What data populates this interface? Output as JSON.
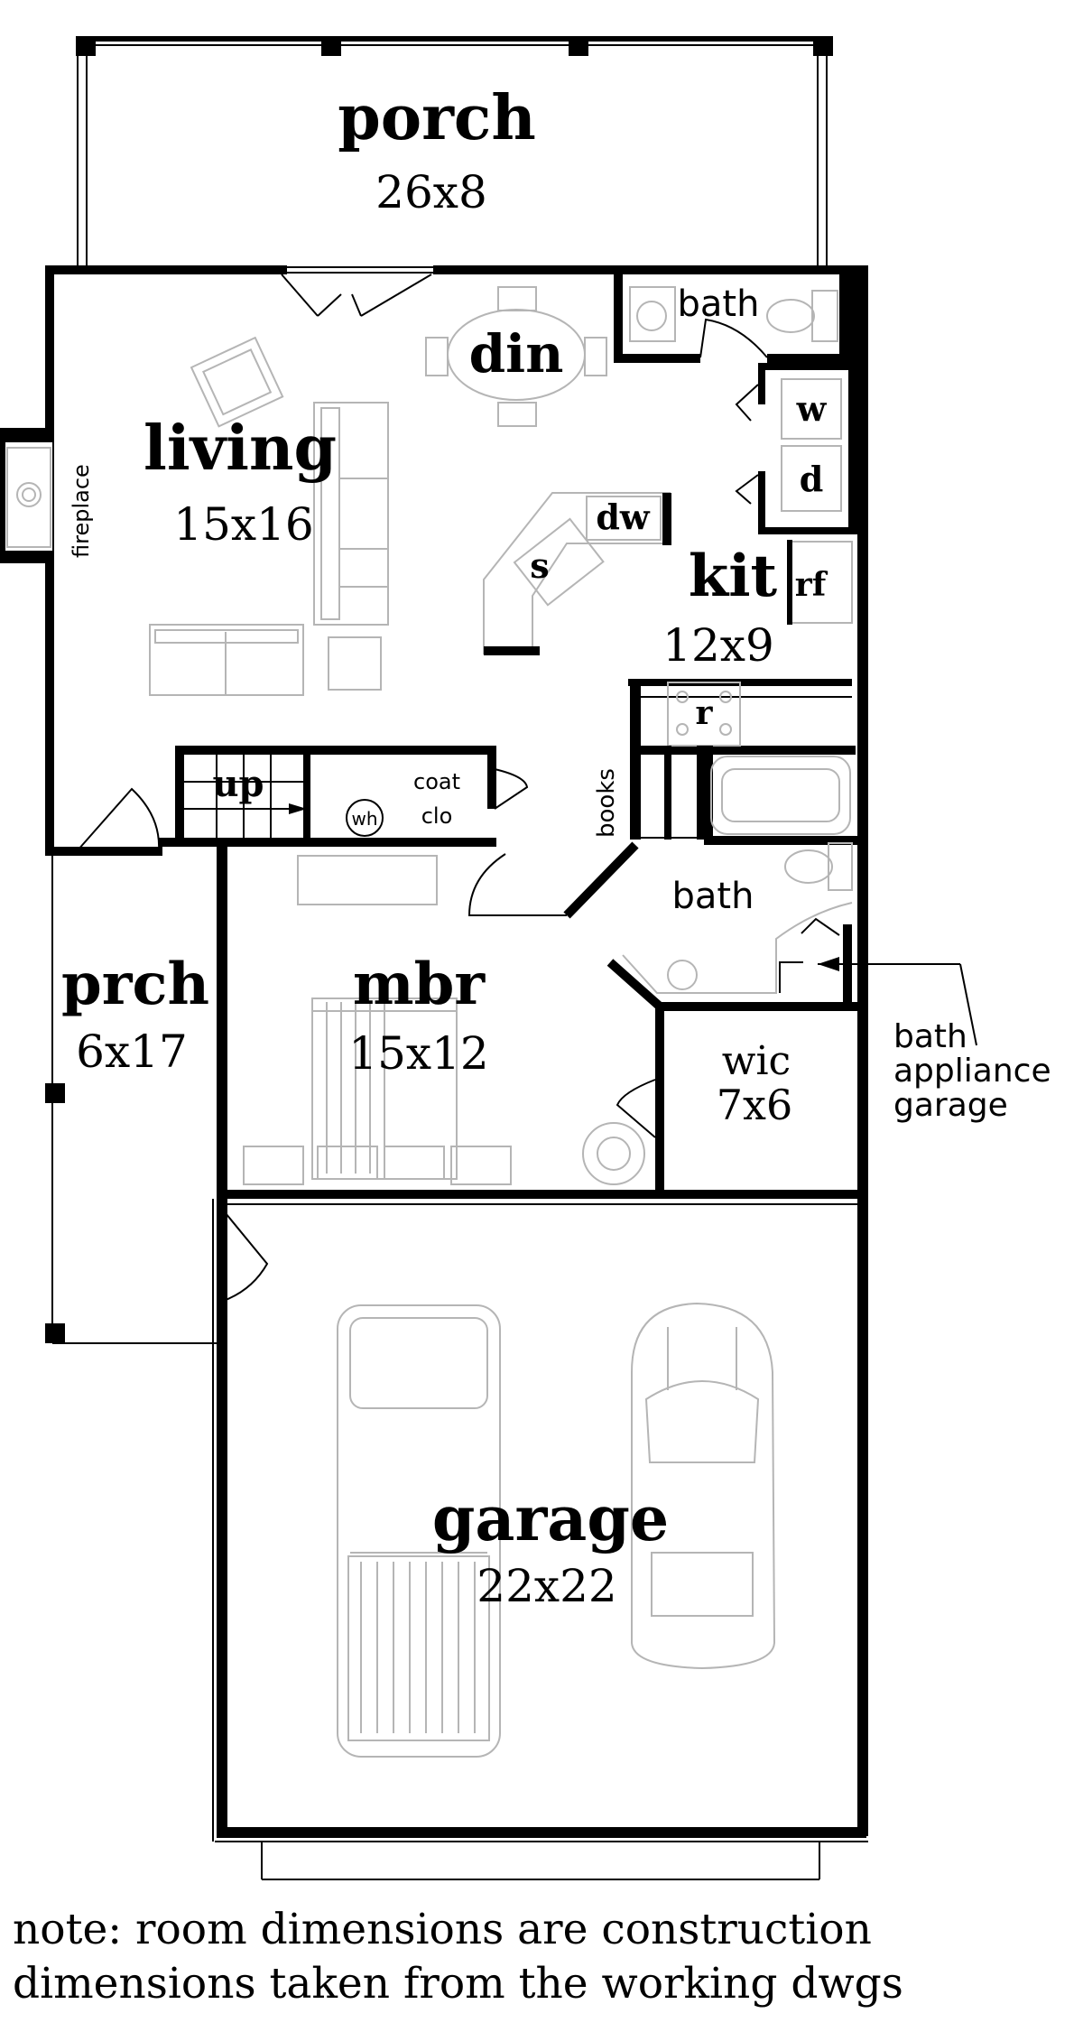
{
  "rooms": {
    "porch": {
      "name": "porch",
      "dim": "26x8"
    },
    "din": {
      "name": "din"
    },
    "living": {
      "name": "living",
      "dim": "15x16"
    },
    "fireplace": {
      "name": "fireplace"
    },
    "bath_upper": {
      "name": "bath"
    },
    "washer": {
      "name": "w"
    },
    "dryer": {
      "name": "d"
    },
    "dishwasher": {
      "name": "dw"
    },
    "sink": {
      "name": "s"
    },
    "kit": {
      "name": "kit",
      "dim": "12x9"
    },
    "refrigerator": {
      "name": "rf"
    },
    "range": {
      "name": "r"
    },
    "stairs": {
      "name": "up"
    },
    "water_heater": {
      "name": "wh"
    },
    "coat_closet": {
      "line1": "coat",
      "line2": "clo"
    },
    "books": {
      "name": "books"
    },
    "bath_master": {
      "name": "bath"
    },
    "prch": {
      "name": "prch",
      "dim": "6x17"
    },
    "mbr": {
      "name": "mbr",
      "dim": "15x12"
    },
    "wic": {
      "name": "wic",
      "dim": "7x6"
    },
    "garage": {
      "name": "garage",
      "dim": "22x22"
    }
  },
  "callout": {
    "line1": "bath",
    "line2": "appliance",
    "line3": "garage"
  },
  "note": {
    "line1": "note: room dimensions are construction",
    "line2": "dimensions taken from the working dwgs"
  }
}
